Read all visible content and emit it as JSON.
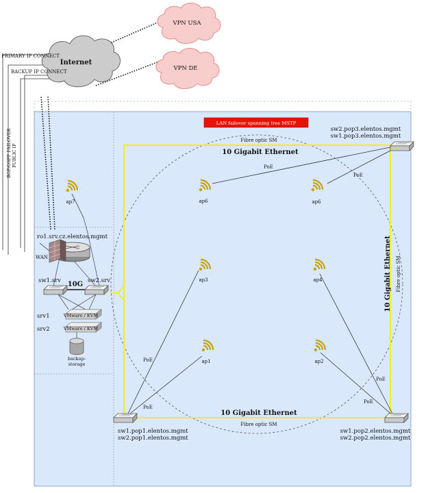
{
  "clouds": {
    "internet": "Internet",
    "vpn_usa": "VPN USA",
    "vpn_de": "VPN DE"
  },
  "links": {
    "primary_ip_connect": "PRIMARY IP CONNECT",
    "backup_ip_connect": "BACKUP IP CONNECT",
    "bgp_ospf_failover_line1": "BGP/OSPF FAILOVER",
    "bgp_ospf_failover_line2": "PUBLIC IP"
  },
  "banner": "LAN failover spanning tree MSTP",
  "links_lan": {
    "ten_gig_top": "10 Gigabit Ethernet",
    "ten_gig_bottom": "10 Gigabit Ethernet",
    "ten_gig_right": "10 Gigabit Ethernet",
    "fibre_top": "Fibre optic SM",
    "fibre_bottom": "Fibre optic SM",
    "fibre_right": "Fibre optic SM",
    "ten_g": "10G",
    "wan": "WAN",
    "poe": "PoE"
  },
  "router": {
    "name": "ro1.srv.cz.elentos.mgmt"
  },
  "switches": {
    "sw1_srv": "sw1.srv",
    "sw2_srv": "sw2.srv",
    "pop1_line1": "sw1.pop1.elentos.mgmt",
    "pop1_line2": "sw2.pop1.elentos.mgmt",
    "pop2_line1": "sw1.pop2.elentos.mgmt",
    "pop2_line2": "sw2.pop2.elentos.mgmt",
    "pop3_line1": "sw2.pop3.elentos.mgmt",
    "pop3_line2": "sw1.pop3.elentos.mgmt"
  },
  "servers": {
    "srv1": "srv1",
    "srv2": "srv2",
    "vm_label": "VMware / KVM",
    "storage_line1": "backup-",
    "storage_line2": "storage"
  },
  "access_points": {
    "ap1": "ap1",
    "ap2": "ap2",
    "ap3": "ap3",
    "ap4": "ap4",
    "ap5": "ap6",
    "ap6": "ap6",
    "ap7": "ap7"
  },
  "colors": {
    "lan_fill": "#dae8fc",
    "cloud_internet": "#cccccc",
    "cloud_vpn": "#f8cecc",
    "cloud_vpn_stroke": "#e88a8a",
    "banner": "#e51400",
    "fibre_yellow": "#f0ed2a",
    "wifi": "#c5a20d"
  }
}
